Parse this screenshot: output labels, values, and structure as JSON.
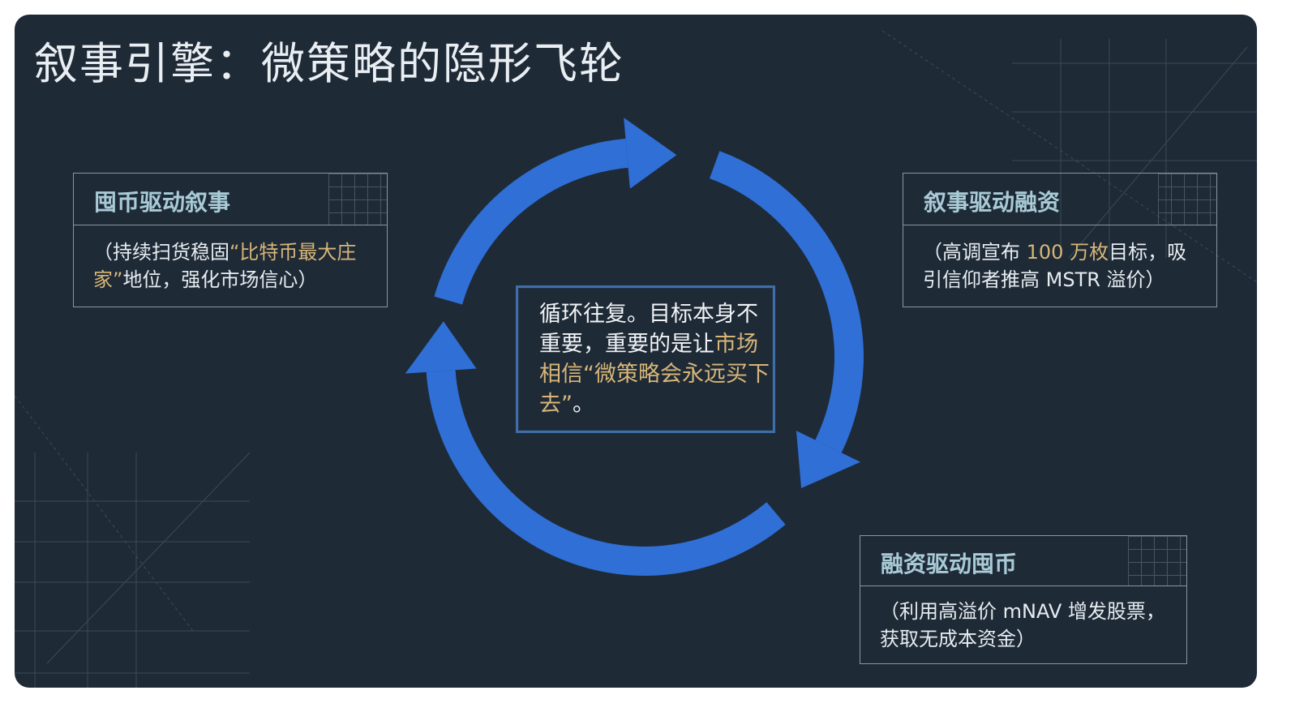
{
  "title": "叙事引擎：微策略的隐形飞轮",
  "nodes": [
    {
      "heading": "囤币驱动叙事",
      "body": [
        {
          "text": "（持续扫货稳固",
          "highlight": false
        },
        {
          "text": "“比特币最大庄家”",
          "highlight": true
        },
        {
          "text": "地位，强化市场信心）",
          "highlight": false
        }
      ]
    },
    {
      "heading": "叙事驱动融资",
      "body": [
        {
          "text": "（高调宣布 ",
          "highlight": false
        },
        {
          "text": "100 万枚",
          "highlight": true
        },
        {
          "text": "目标，吸引信仰者推高 MSTR 溢价）",
          "highlight": false
        }
      ]
    },
    {
      "heading": "融资驱动囤币",
      "body": [
        {
          "text": "（利用高溢价 mNAV 增发股票，获取无成本资金）",
          "highlight": false
        }
      ]
    }
  ],
  "center": {
    "plain": "循环往复。目标本身不重要，重要的是让",
    "highlight": "市场相信“微策略会永远买下去”",
    "tail": "。"
  },
  "colors": {
    "background": "#1f2a37",
    "arrow": "#2f6fd6",
    "heading": "#a8cbd6",
    "highlight": "#d7b677"
  }
}
